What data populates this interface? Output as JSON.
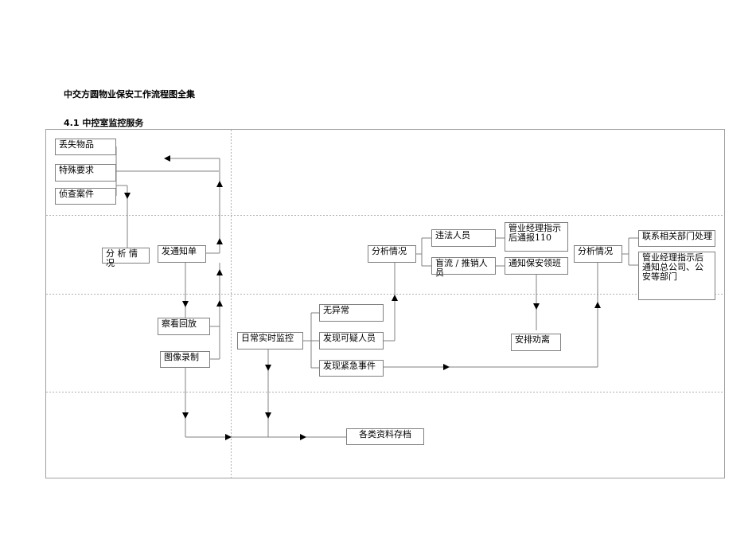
{
  "document": {
    "title": "中交方圆物业保安工作流程图全集",
    "section": "4.1 中控室监控服务"
  },
  "nodes": {
    "lost_items": "丢失物品",
    "special_req": "特殊要求",
    "investigate_case": "侦查案件",
    "analyze1": "分 析 情 况",
    "send_notice": "发通知单",
    "review_playback": "察看回放",
    "video_record": "图像录制",
    "daily_monitor": "日常实时监控",
    "no_abnormal": "无异常",
    "suspicious": "发现可疑人员",
    "emergency": "发现紧急事件",
    "archive": "各类资料存档",
    "analyze2": "分析情况",
    "violator": "违法人员",
    "vagrant": "盲流 / 推销人员",
    "manager_report": "管业经理指示后通报110",
    "notify_guard": "通知保安领班",
    "arrange_persuade": "安排劝离",
    "analyze3": "分析情况",
    "contact_dept": "联系相关部门处理",
    "manager_notify": "管业经理指示后通知总公司、公安等部门"
  }
}
